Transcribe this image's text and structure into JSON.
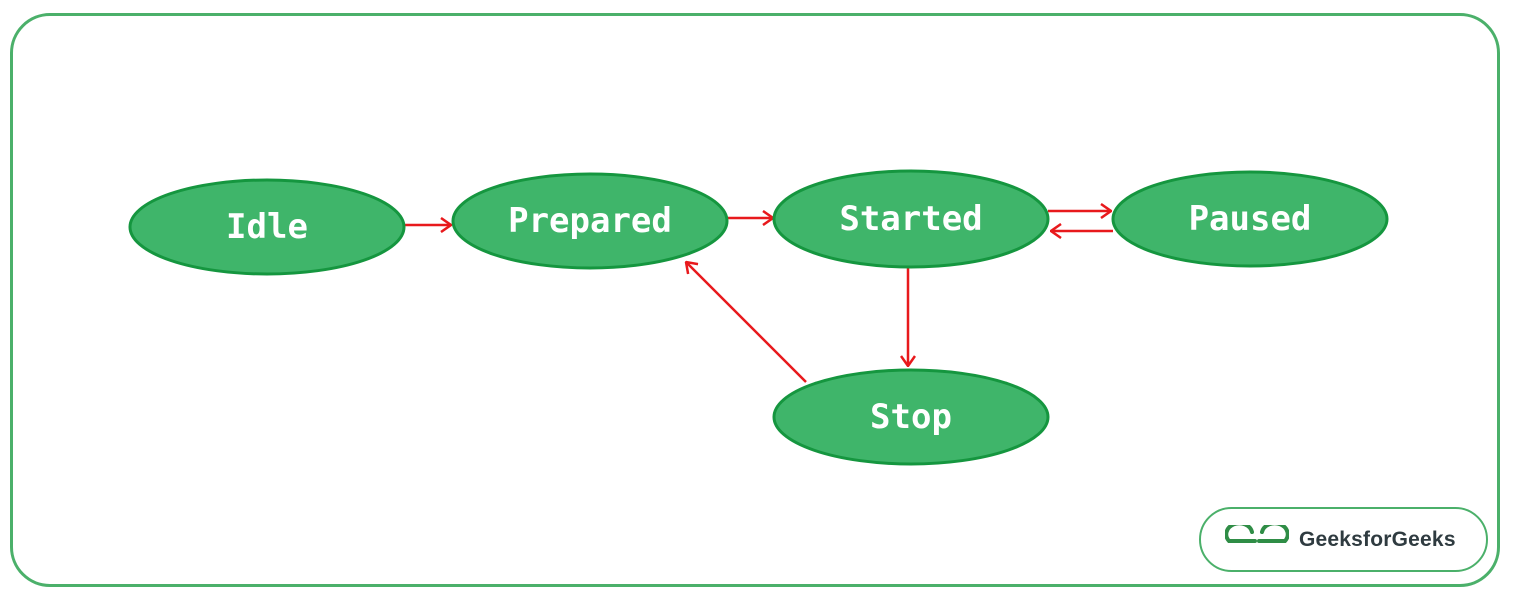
{
  "diagram": {
    "nodes": {
      "idle": "Idle",
      "prepared": "Prepared",
      "started": "Started",
      "paused": "Paused",
      "stop": "Stop"
    },
    "edges": [
      {
        "from": "Idle",
        "to": "Prepared"
      },
      {
        "from": "Prepared",
        "to": "Started"
      },
      {
        "from": "Started",
        "to": "Paused"
      },
      {
        "from": "Paused",
        "to": "Started"
      },
      {
        "from": "Started",
        "to": "Stop"
      },
      {
        "from": "Stop",
        "to": "Prepared"
      }
    ]
  },
  "colors": {
    "node_fill": "#3fb56a",
    "node_stroke": "#15963f",
    "arrow": "#e8191c",
    "frame": "#4bb06a"
  },
  "brand": {
    "name": "GeeksforGeeks"
  }
}
